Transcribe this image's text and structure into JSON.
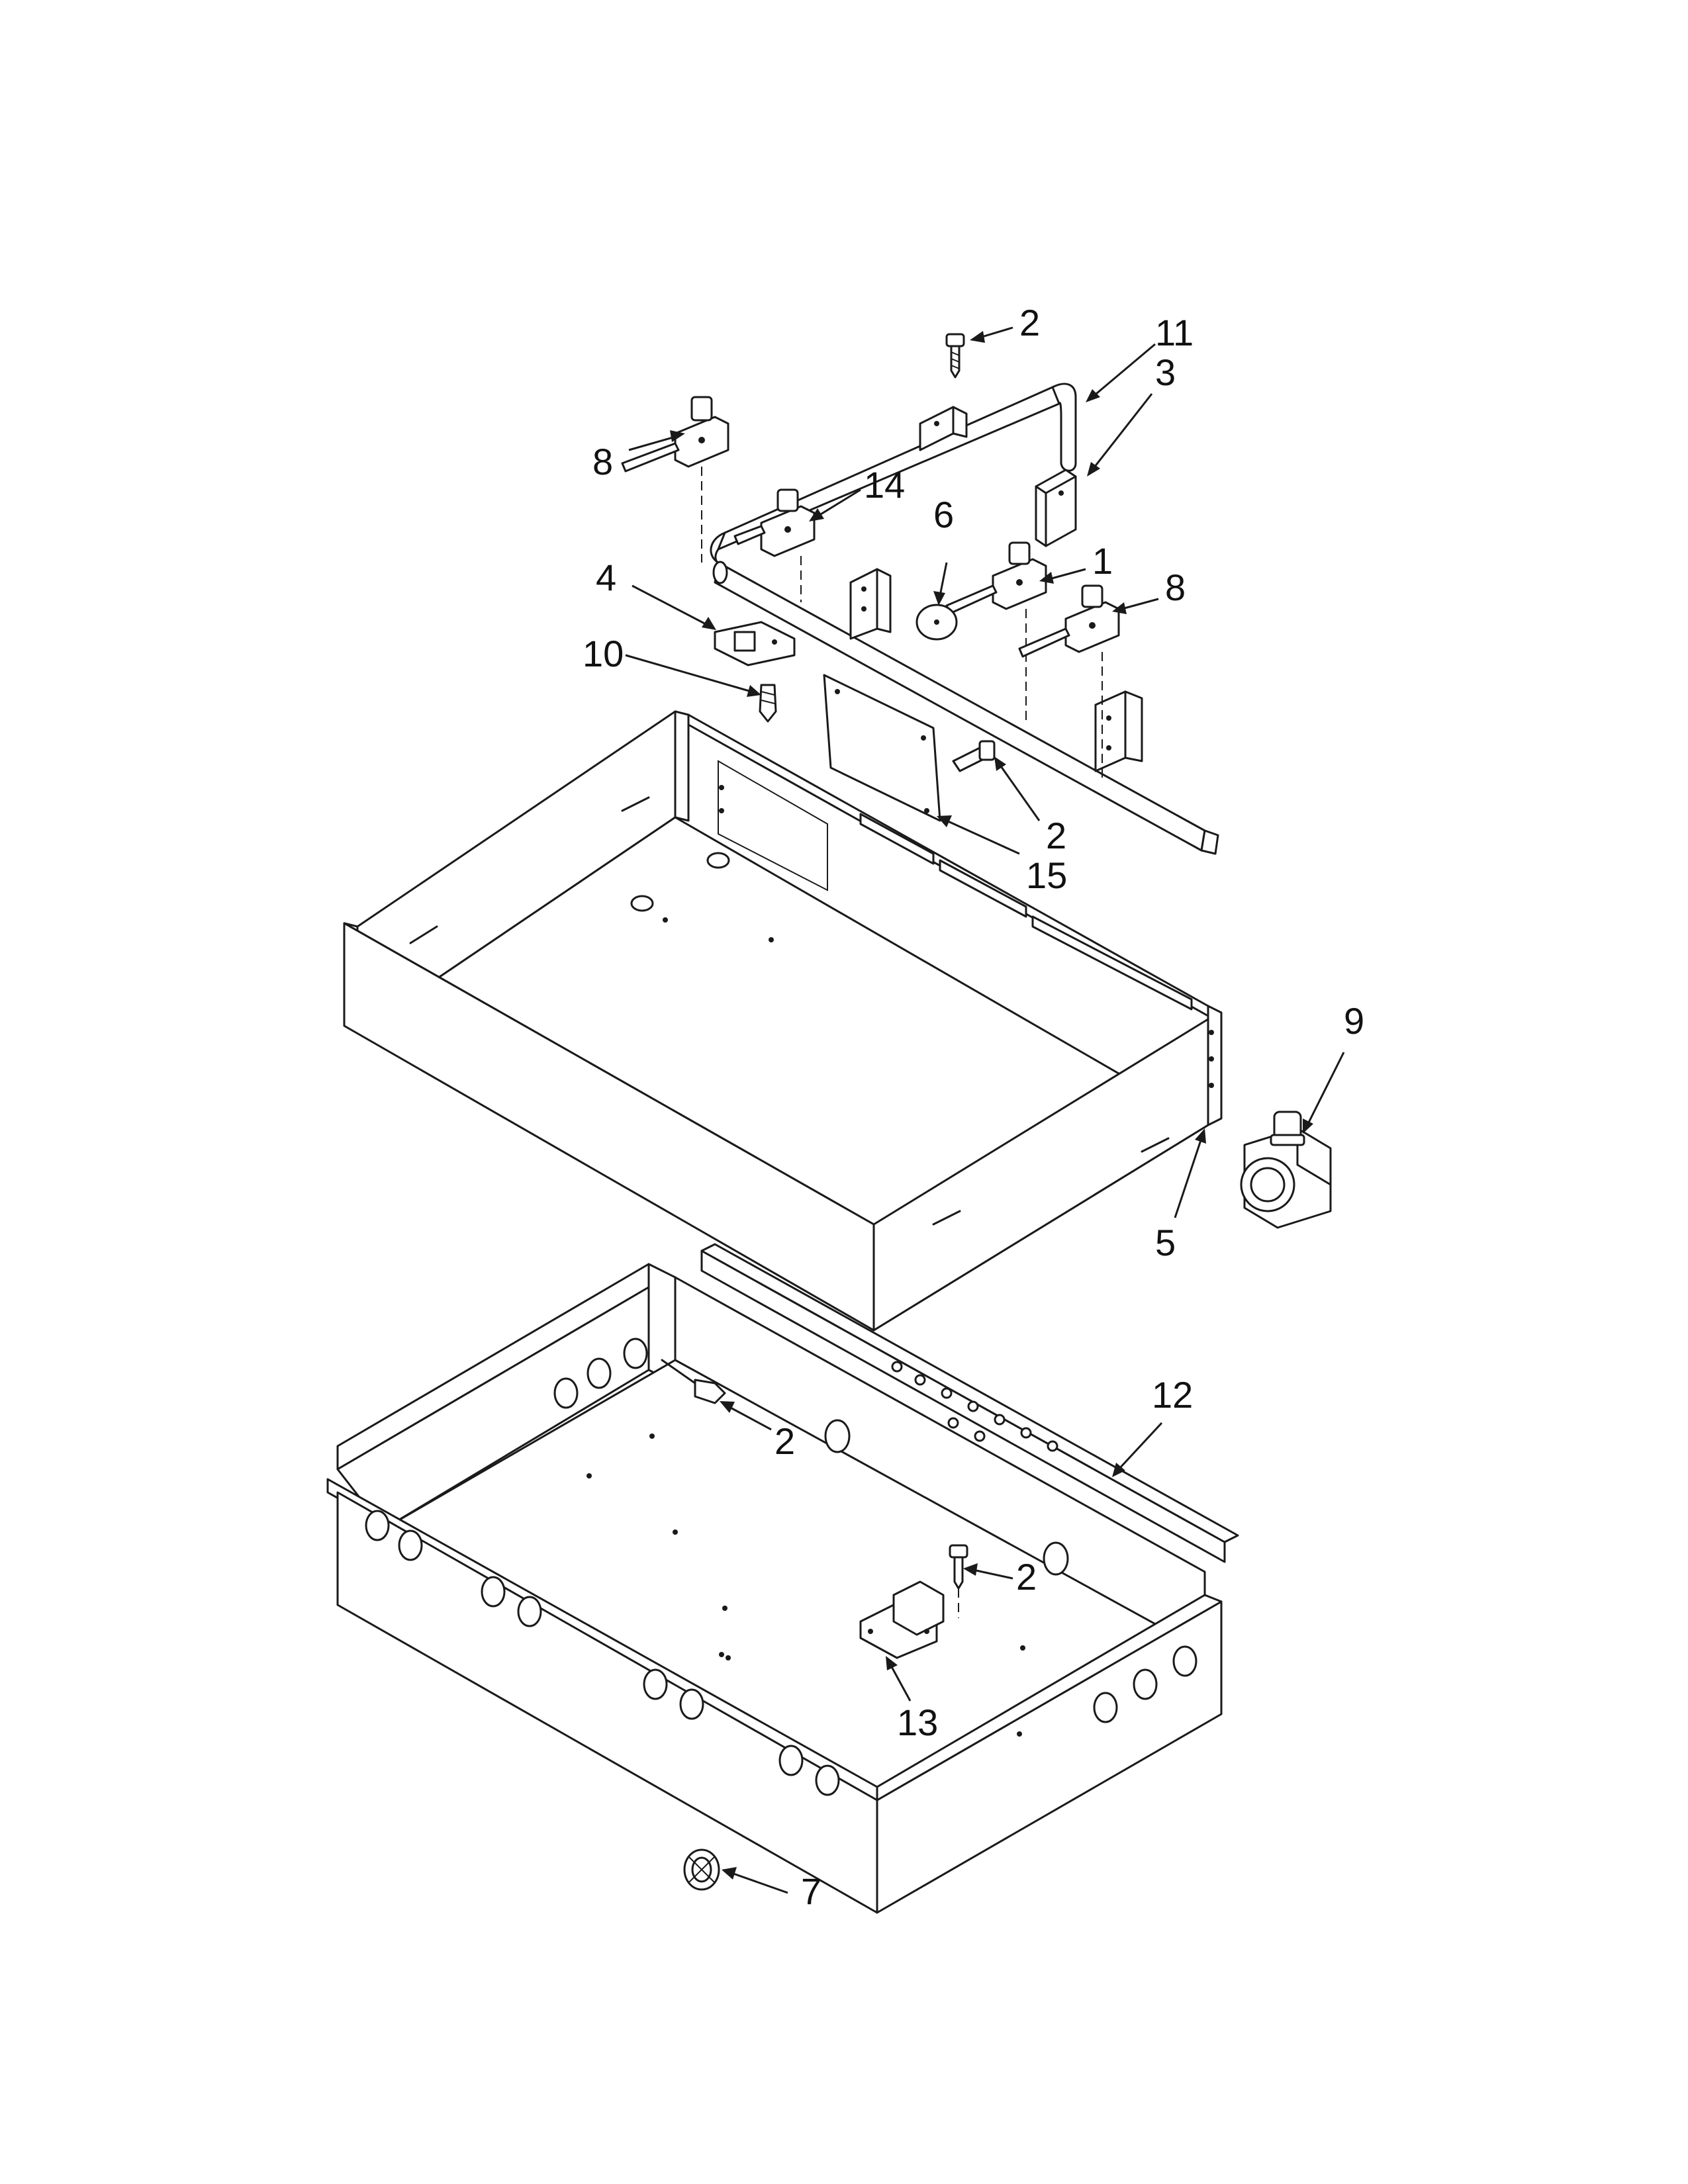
{
  "diagram": {
    "callouts": [
      {
        "id": "c1",
        "label": "1"
      },
      {
        "id": "c2a",
        "label": "2"
      },
      {
        "id": "c2b",
        "label": "2"
      },
      {
        "id": "c2c",
        "label": "2"
      },
      {
        "id": "c2d",
        "label": "2"
      },
      {
        "id": "c3",
        "label": "3"
      },
      {
        "id": "c4",
        "label": "4"
      },
      {
        "id": "c5",
        "label": "5"
      },
      {
        "id": "c6",
        "label": "6"
      },
      {
        "id": "c7",
        "label": "7"
      },
      {
        "id": "c8a",
        "label": "8"
      },
      {
        "id": "c8b",
        "label": "8"
      },
      {
        "id": "c9",
        "label": "9"
      },
      {
        "id": "c10",
        "label": "10"
      },
      {
        "id": "c11",
        "label": "11"
      },
      {
        "id": "c12",
        "label": "12"
      },
      {
        "id": "c13",
        "label": "13"
      },
      {
        "id": "c14",
        "label": "14"
      },
      {
        "id": "c15",
        "label": "15"
      }
    ]
  }
}
